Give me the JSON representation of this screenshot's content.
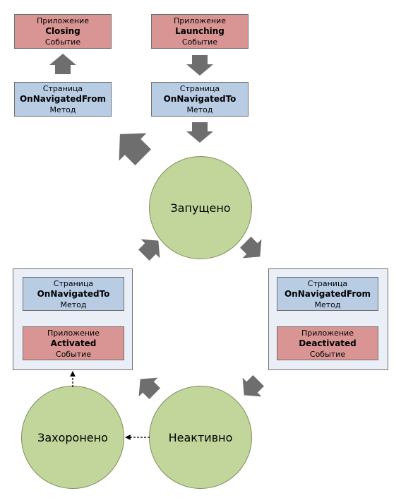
{
  "top_left": {
    "event_box": {
      "line1": "Приложение",
      "line2": "Closing",
      "line3": "Событие"
    },
    "method_box": {
      "line1": "Страница",
      "line2": "OnNavigatedFrom",
      "line3": "Метод"
    }
  },
  "top_right": {
    "event_box": {
      "line1": "Приложение",
      "line2": "Launching",
      "line3": "Событие"
    },
    "method_box": {
      "line1": "Страница",
      "line2": "OnNavigatedTo",
      "line3": "Метод"
    }
  },
  "left_panel": {
    "method_box": {
      "line1": "Страница",
      "line2": "OnNavigatedTo",
      "line3": "Метод"
    },
    "event_box": {
      "line1": "Приложение",
      "line2": "Activated",
      "line3": "Событие"
    }
  },
  "right_panel": {
    "method_box": {
      "line1": "Страница",
      "line2": "OnNavigatedFrom",
      "line3": "Метод"
    },
    "event_box": {
      "line1": "Приложение",
      "line2": "Deactivated",
      "line3": "Событие"
    }
  },
  "states": {
    "running": "Запущено",
    "dormant": "Неактивно",
    "tombstoned": "Захоронено"
  },
  "colors": {
    "event_fill": "#d99594",
    "method_fill": "#b8cce4",
    "state_fill": "#c2d69b",
    "panel_fill": "#eaeef6",
    "arrow_fill": "#6e6e6e"
  }
}
